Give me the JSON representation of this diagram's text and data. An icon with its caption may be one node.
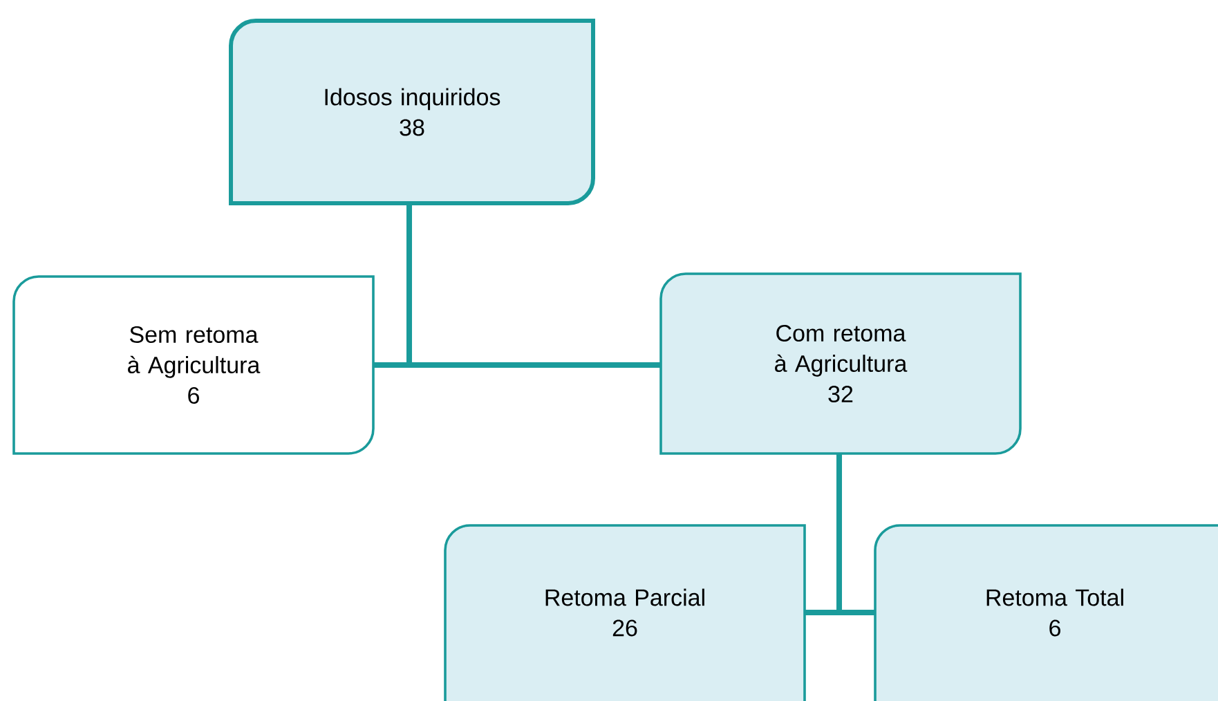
{
  "diagram": {
    "nodes": [
      {
        "text": [
          "Idosos inquiridos",
          "38"
        ]
      },
      {
        "text": [
          "Sem retoma à Agricultura",
          "6"
        ]
      },
      {
        "text": [
          "Com retoma à Agricultura",
          "32"
        ]
      },
      {
        "text": [
          "Retoma Parcial",
          "26"
        ]
      },
      {
        "text": [
          "Retoma Total",
          "6"
        ]
      }
    ],
    "edges": [
      {
        "from": 0,
        "to": 1,
        "arrow": "none"
      },
      {
        "from": 0,
        "to": 2,
        "arrow": "none"
      },
      {
        "from": 2,
        "to": 3,
        "arrow": "none"
      },
      {
        "from": 2,
        "to": 4,
        "arrow": "none"
      }
    ]
  }
}
